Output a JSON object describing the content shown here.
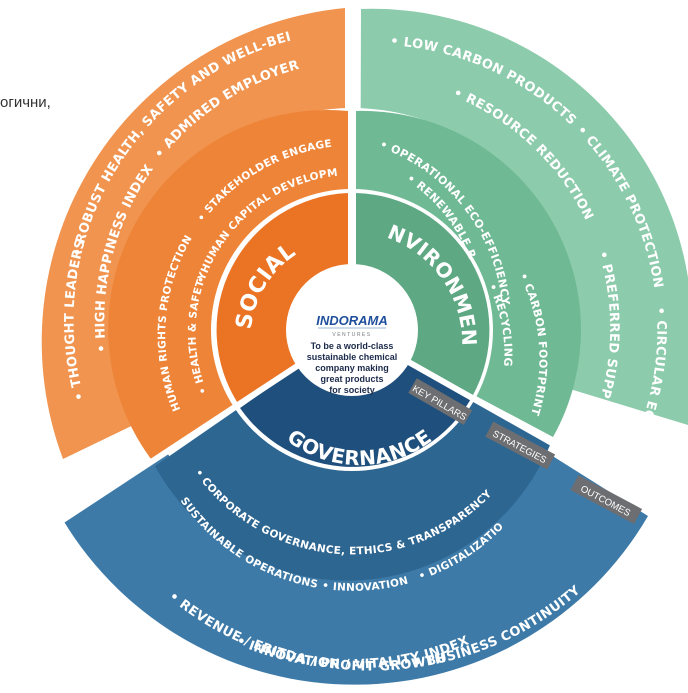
{
  "stray_text": "огични,",
  "colors": {
    "social_outer": "#f0944f",
    "social_mid": "#ee8437",
    "social_core": "#ea7424",
    "env_outer": "#8ccbab",
    "env_mid": "#6fb994",
    "env_core": "#5ea883",
    "gov_outer": "#3d7aa8",
    "gov_mid": "#2e6692",
    "gov_core": "#1f4f7c",
    "tag": "#6d6e71"
  },
  "center": {
    "logo": "INDORAMA",
    "logo_sub": "VENTURES",
    "lines": [
      "To be a world-class",
      "sustainable chemical",
      "company making",
      "great products",
      "for society"
    ]
  },
  "pillars": {
    "social": "SOCIAL",
    "environment": "ENVIRONMENT",
    "governance": "GOVERNANCE"
  },
  "social": {
    "strategies": [
      "HUMAN RIGHTS PROTECTION",
      "• HEALTH & SAFETY",
      "• HUMAN CAPITAL DEVELOPMENT",
      "• STAKEHOLDER ENGAGEMENT"
    ],
    "outcomes": [
      "• THOUGHT LEADERS",
      "• HIGH HAPPINESS INDEX",
      "• ADMIRED EMPLOYER",
      "• ROBUST HEALTH, SAFETY AND WELL-BEING"
    ]
  },
  "environment": {
    "strategies": [
      "• OPERATIONAL ECO-EFFICIENCY",
      "• RENEWABLE RESOURCES",
      "• CARBON FOOTPRINT",
      "• RECYCLING"
    ],
    "outcomes": [
      "• LOW CARBON PRODUCTS",
      "• RESOURCE REDUCTION",
      "• CLIMATE PROTECTION",
      "• PREFERRED SUPPLIERS",
      "• CIRCULAR ECONOMY"
    ]
  },
  "governance": {
    "strategies": [
      "• CORPORATE GOVERNANCE, ETHICS & TRANSPARENCY",
      "SUSTAINABLE OPERATIONS",
      "• INNOVATION",
      "• DIGITALIZATION"
    ],
    "outcomes": [
      "• INNOVATION / VITALITY INDEX",
      "• REVENUE / EBITDA / PROFIT GROWTH",
      "• BUSINESS CONTINUITY"
    ]
  },
  "tags": {
    "key_pillars": "KEY PILLARS",
    "strategies": "STRATEGIES",
    "outcomes": "OUTCOMES"
  }
}
